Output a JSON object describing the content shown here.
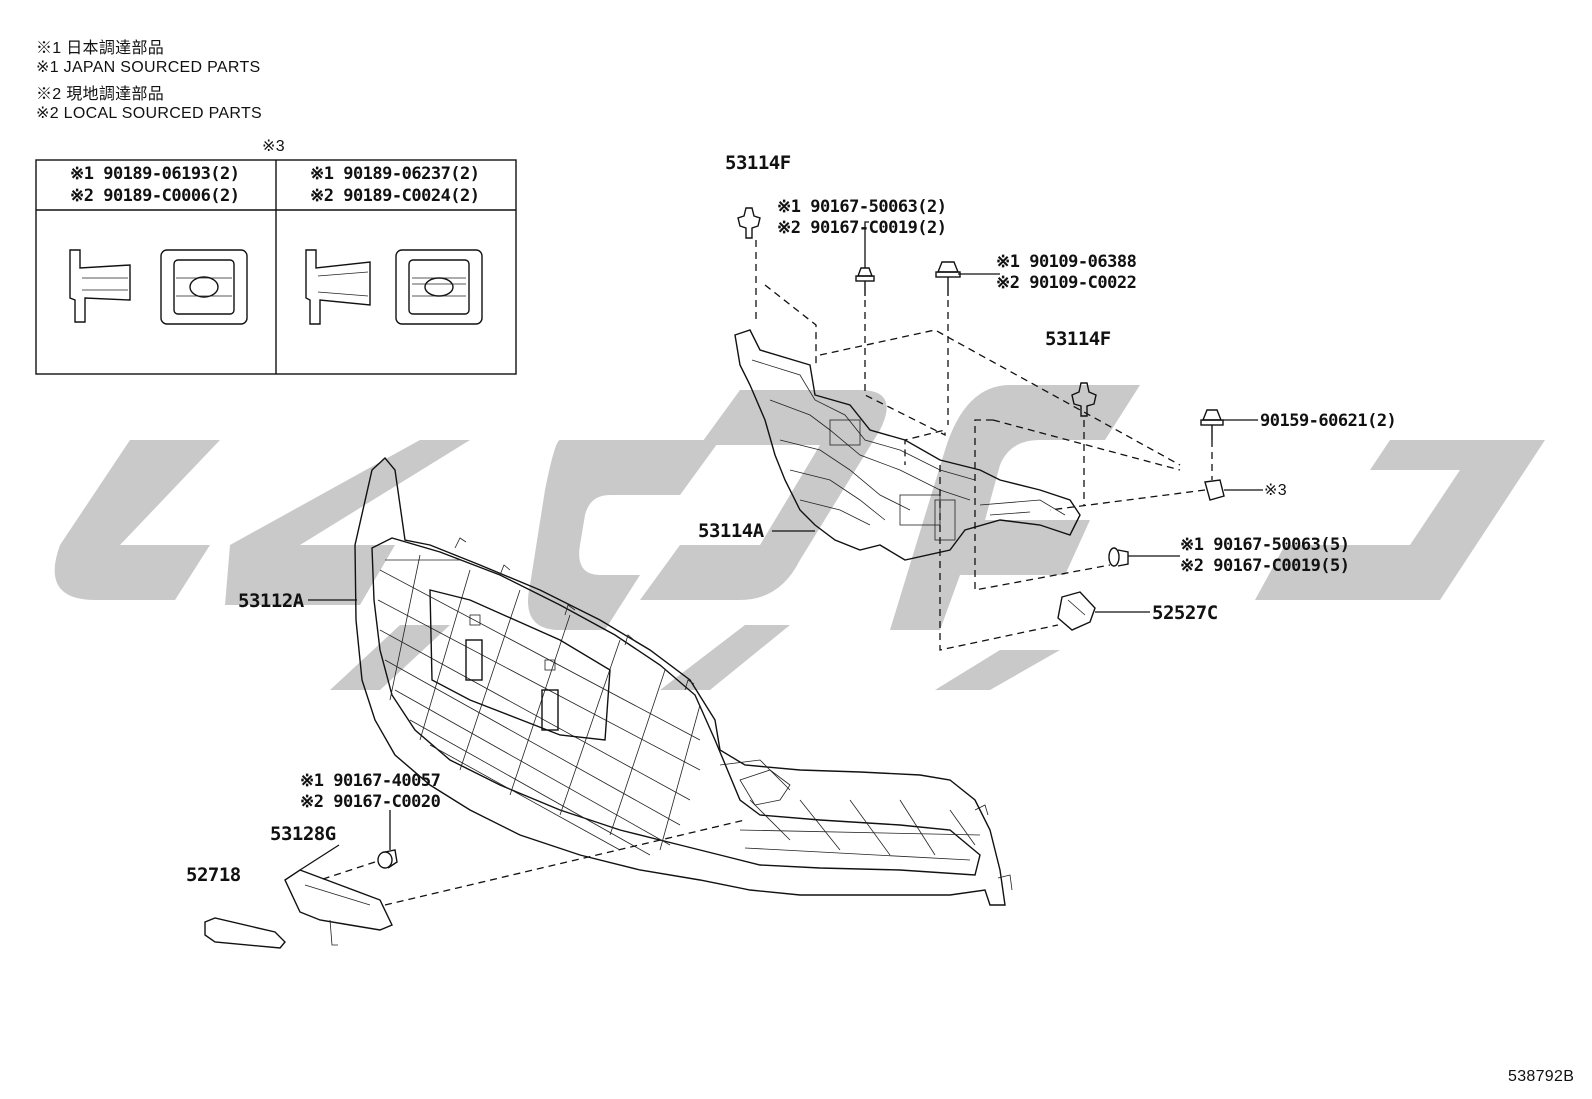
{
  "legend": [
    "※1 日本調達部品",
    "※1 JAPAN SOURCED PARTS",
    "※2 現地調達部品",
    "※2 LOCAL SOURCED PARTS"
  ],
  "table": {
    "header": "※3",
    "col1": [
      "※1 90189-06193(2)",
      "※2 90189-C0006(2)"
    ],
    "col2": [
      "※1 90189-06237(2)",
      "※2 90189-C0024(2)"
    ]
  },
  "labels": {
    "p53114F_top": "53114F",
    "p53114F_mid": "53114F",
    "p53114A": "53114A",
    "p53112A": "53112A",
    "p52527C": "52527C",
    "p52718": "52718",
    "p53128G": "53128G",
    "ref": "※3",
    "bolt_top": [
      "※1 90167-50063(2)",
      "※2 90167-C0019(2)"
    ],
    "bolt_right": [
      "※1 90109-06388",
      "※2 90109-C0022"
    ],
    "bolt_90159": "90159-60621(2)",
    "clip_mid": [
      "※1 90167-50063(5)",
      "※2 90167-C0019(5)"
    ],
    "clip_low": [
      "※1 90167-40057",
      "※2 90167-C0020"
    ]
  },
  "diagram_id": "538792B"
}
